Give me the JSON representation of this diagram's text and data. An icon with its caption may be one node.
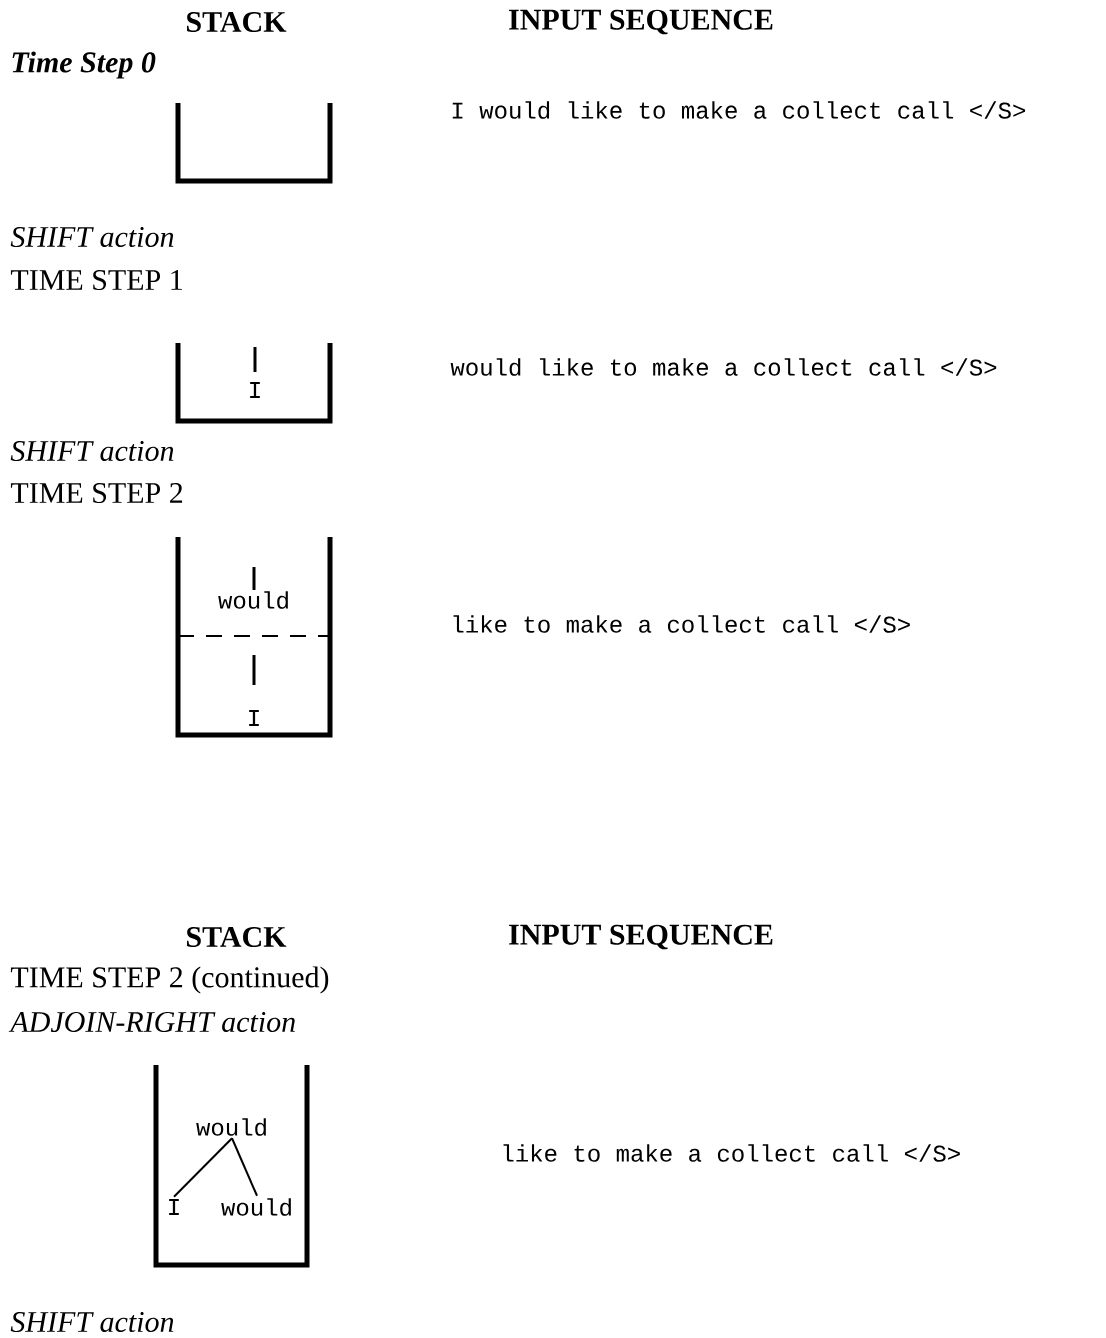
{
  "diagram": {
    "nodes": [
      {
        "text": [],
        "shape": "box"
      },
      {
        "text": [],
        "shape": "box"
      },
      {
        "text": [
          "I"
        ],
        "in": 1
      },
      {
        "text": [],
        "shape": "box"
      },
      {
        "text": [
          "would"
        ],
        "in": 3
      },
      {
        "text": [
          "I"
        ],
        "in": 3
      },
      {
        "text": [],
        "shape": "box"
      },
      {
        "text": [
          "would"
        ],
        "in": 6
      },
      {
        "text": [
          "I"
        ],
        "in": 6
      },
      {
        "text": [
          "would"
        ],
        "in": 6
      }
    ],
    "edges": [
      {
        "from": 7,
        "to": 8,
        "arrow": "none"
      },
      {
        "from": 7,
        "to": 9,
        "arrow": "none"
      }
    ],
    "labels": [
      "STACK",
      "INPUT SEQUENCE",
      "Time Step 0",
      "I would like to make a collect call </S>",
      "SHIFT action",
      "TIME STEP 1",
      "would like to make a collect call </S>",
      "SHIFT action",
      "TIME STEP 2",
      "like to make a collect call </S>",
      "STACK",
      "INPUT SEQUENCE",
      "TIME STEP 2 (continued)",
      "ADJOIN-RIGHT action",
      "like to make a collect call </S>",
      "SHIFT action"
    ]
  }
}
